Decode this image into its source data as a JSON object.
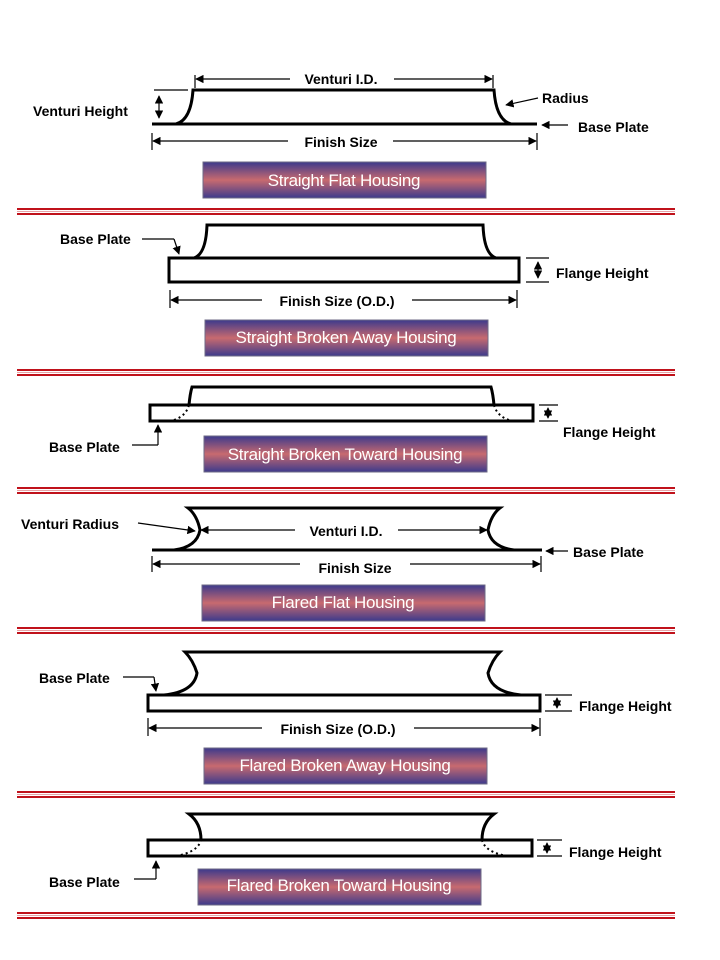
{
  "colors": {
    "divider": "#c0121b",
    "caption_top": "#3d3a8c",
    "caption_mid": "#c86a6f",
    "caption_bottom": "#3d3a8c"
  },
  "panels": [
    {
      "caption": "Straight Flat Housing",
      "labels": {
        "venturi_id": "Venturi I.D.",
        "venturi_height": "Venturi Height",
        "radius": "Radius",
        "base_plate": "Base Plate",
        "finish_size": "Finish  Size"
      }
    },
    {
      "caption": "Straight Broken Away Housing",
      "labels": {
        "base_plate": "Base Plate",
        "flange_height": "Flange Height",
        "finish_size": "Finish  Size (O.D.)"
      }
    },
    {
      "caption": "Straight Broken Toward Housing",
      "labels": {
        "base_plate": "Base Plate",
        "flange_height": "Flange Height"
      }
    },
    {
      "caption": "Flared Flat Housing",
      "labels": {
        "venturi_radius": "Venturi Radius",
        "venturi_id": "Venturi I.D.",
        "base_plate": "Base Plate",
        "finish_size": "Finish  Size"
      }
    },
    {
      "caption": "Flared Broken Away Housing",
      "labels": {
        "base_plate": "Base Plate",
        "flange_height": "Flange Height",
        "finish_size": "Finish  Size (O.D.)"
      }
    },
    {
      "caption": "Flared Broken Toward Housing",
      "labels": {
        "base_plate": "Base Plate",
        "flange_height": "Flange Height"
      }
    }
  ]
}
